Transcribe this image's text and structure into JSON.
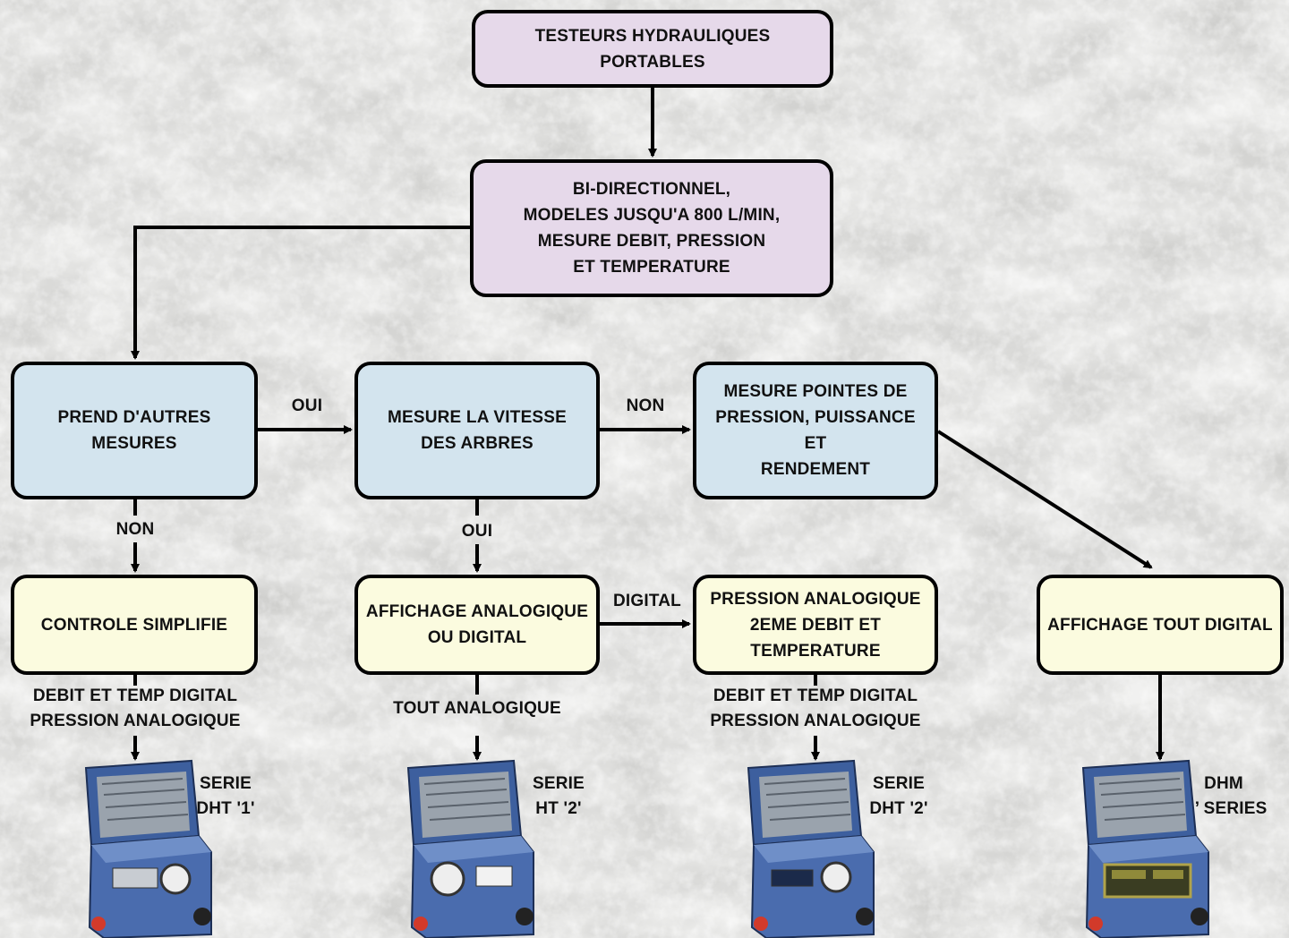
{
  "nodes": {
    "top": "TESTEURS HYDRAULIQUES PORTABLES",
    "bidir": "BI-DIRECTIONNEL,\nMODELES JUSQU'A 800 L/MIN,\nMESURE DEBIT, PRESSION\nET TEMPERATURE",
    "autres": "PREND D'AUTRES\nMESURES",
    "vitesse": "MESURE LA VITESSE\nDES ARBRES",
    "pointes": "MESURE POINTES DE\nPRESSION, PUISSANCE ET\nRENDEMENT",
    "controle": "CONTROLE SIMPLIFIE",
    "affichage": "AFFICHAGE ANALOGIQUE\nOU DIGITAL",
    "pression": "PRESSION ANALOGIQUE\n2EME DEBIT ET\nTEMPERATURE",
    "digital": "AFFICHAGE TOUT DIGITAL"
  },
  "edge_labels": {
    "oui_1": "OUI",
    "non_1": "NON",
    "non_2": "NON",
    "oui_2": "OUI",
    "digital": "DIGITAL",
    "debit_1": "DEBIT ET TEMP DIGITAL\nPRESSION ANALOGIQUE",
    "tout_analogique": "TOUT ANALOGIQUE",
    "debit_2": "DEBIT ET TEMP DIGITAL\nPRESSION ANALOGIQUE"
  },
  "products": {
    "p1": "SERIE\nDHT '1'",
    "p2": "SERIE\nHT '2'",
    "p3": "SERIE\nDHT '2'",
    "p4": "DHM\n‘3’ SERIES"
  },
  "colors": {
    "purple": "#e6d9ea",
    "blue": "#d3e4ee",
    "yellow": "#fbfbdf",
    "device_blue": "#3d5f9e",
    "line": "#000000"
  }
}
